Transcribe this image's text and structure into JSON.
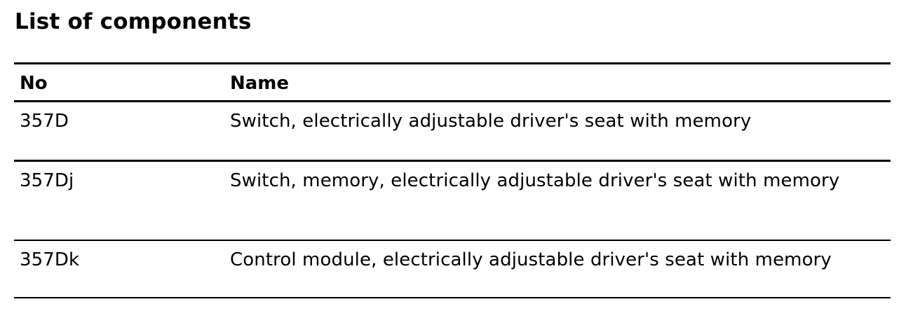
{
  "document": {
    "title": "List of components"
  },
  "table": {
    "headers": {
      "no": "No",
      "name": "Name"
    },
    "rows": [
      {
        "no": "357D",
        "name": "Switch, electrically adjustable driver's seat with memory"
      },
      {
        "no": "357Dj",
        "name": "Switch, memory, electrically adjustable driver's seat with memory"
      },
      {
        "no": "357Dk",
        "name": "Control module, electrically adjustable driver's seat with memory"
      }
    ]
  }
}
